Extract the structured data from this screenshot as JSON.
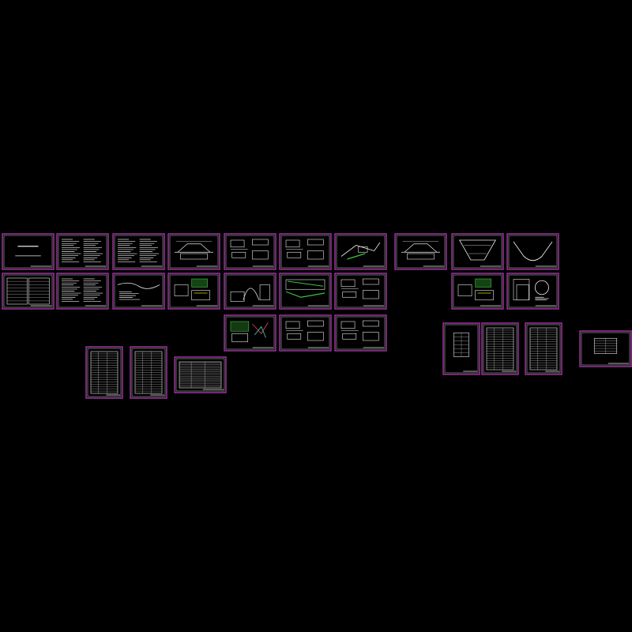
{
  "canvas": {
    "background": "#000000"
  },
  "colors": {
    "frame": "#c040c0",
    "frame_inner": "#ffffff",
    "content": "#e8e8e8",
    "accent_green": "#40c040",
    "accent_yellow": "#d8d800",
    "accent_cyan": "#40c0c0",
    "accent_red": "#e04040"
  },
  "sheets": [
    {
      "kind": "cover"
    },
    {
      "kind": "text"
    },
    {
      "kind": "text"
    },
    {
      "kind": "section"
    },
    {
      "kind": "details"
    },
    {
      "kind": "details"
    },
    {
      "kind": "plan"
    },
    {
      "kind": "section"
    },
    {
      "kind": "funnel"
    },
    {
      "kind": "channel"
    },
    {
      "kind": "table-wide"
    },
    {
      "kind": "text"
    },
    {
      "kind": "profile"
    },
    {
      "kind": "colored-plan"
    },
    {
      "kind": "arch"
    },
    {
      "kind": "colored-strip"
    },
    {
      "kind": "details"
    },
    {
      "kind": "colored-plan"
    },
    {
      "kind": "gate"
    },
    {
      "kind": "colored-detail"
    },
    {
      "kind": "details"
    },
    {
      "kind": "details"
    },
    {
      "kind": "table-tall"
    },
    {
      "kind": "table-tall"
    },
    {
      "kind": "table-tall"
    },
    {
      "kind": "table-small"
    },
    {
      "kind": "table-tall"
    },
    {
      "kind": "table-tall"
    },
    {
      "kind": "table-small"
    }
  ]
}
